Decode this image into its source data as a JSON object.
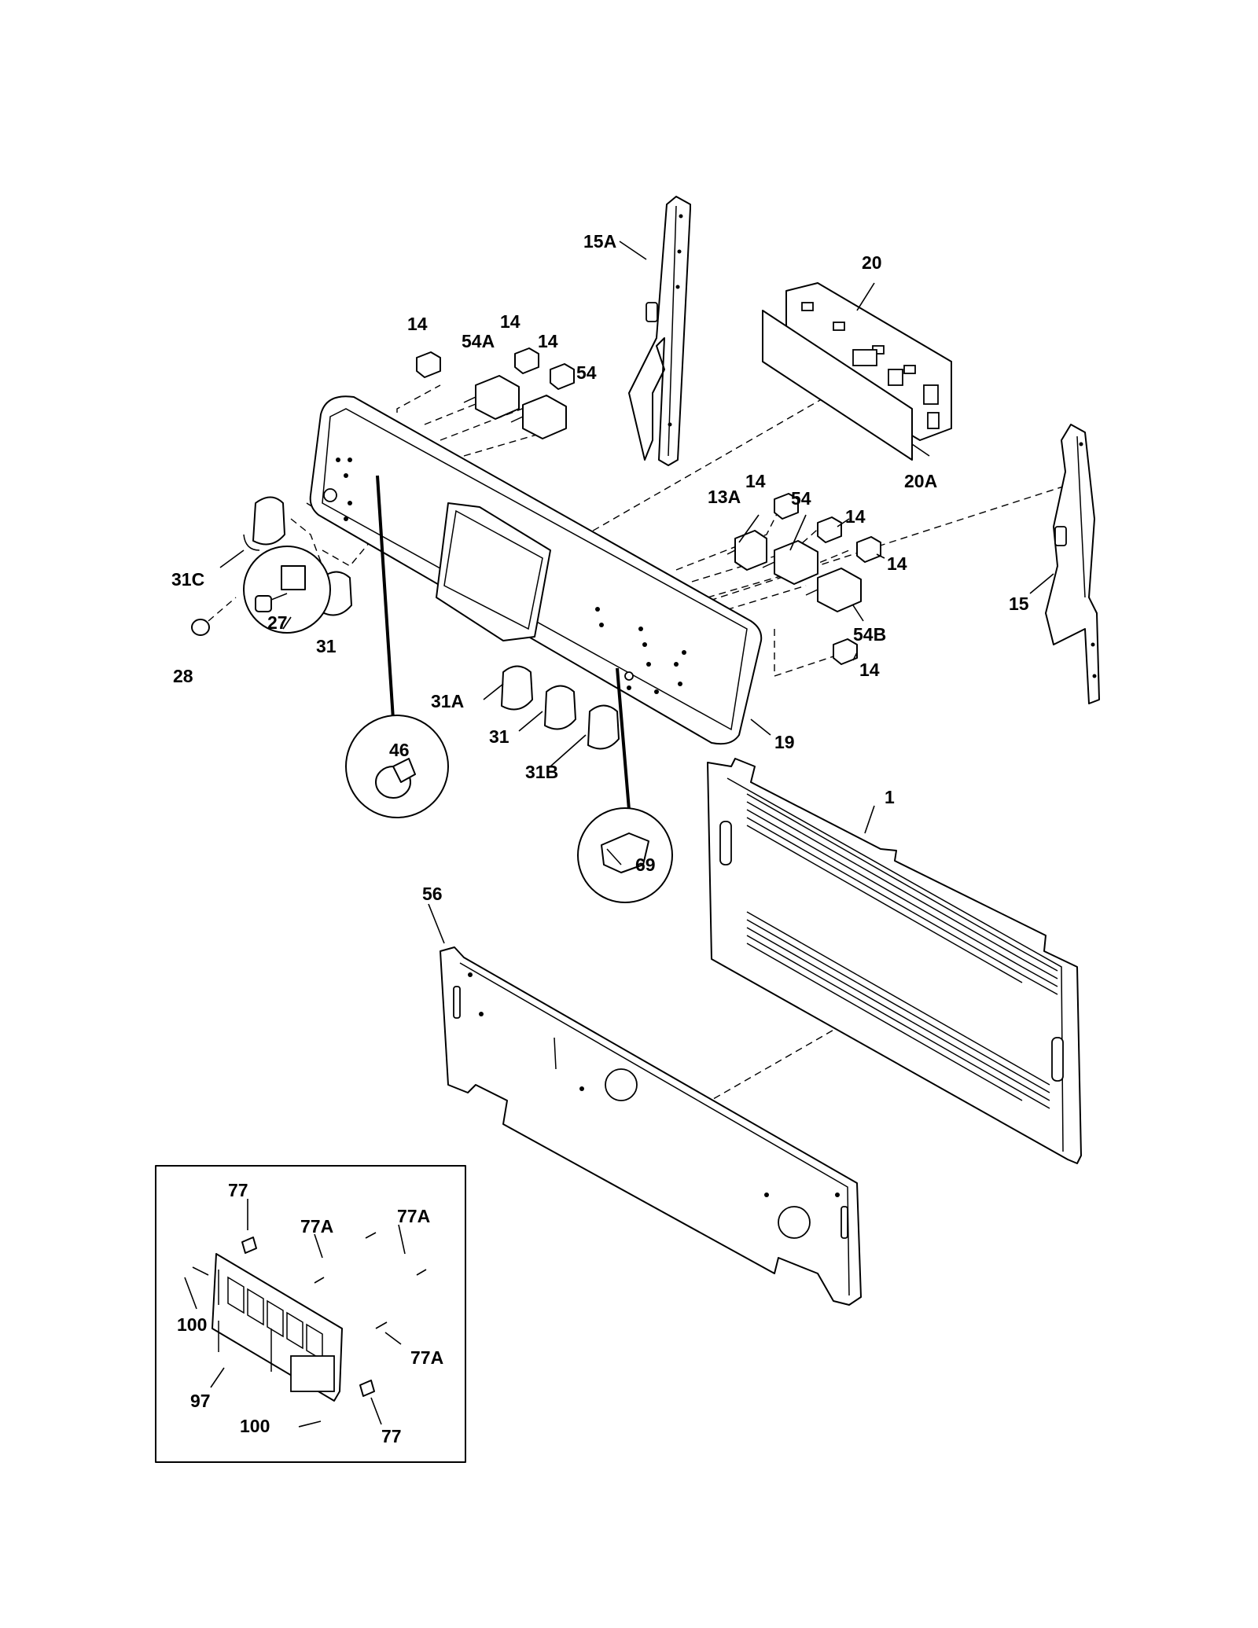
{
  "labels": {
    "l15A": "15A",
    "l20": "20",
    "l14a": "14",
    "l14b": "14",
    "l14c": "14",
    "l54A": "54A",
    "l54a": "54",
    "l20A": "20A",
    "l14d": "14",
    "l13A": "13A",
    "l54b": "54",
    "l14e": "14",
    "l14f": "14",
    "l15": "15",
    "l54B": "54B",
    "l14g": "14",
    "l31C": "31C",
    "l27": "27",
    "l31a": "31",
    "l28": "28",
    "l46": "46",
    "l31A": "31A",
    "l31b": "31",
    "l31B": "31B",
    "l19": "19",
    "l69": "69",
    "l1": "1",
    "l56": "56",
    "l77a": "77",
    "l77A1": "77A",
    "l77A2": "77A",
    "l77A3": "77A",
    "l100a": "100",
    "l97": "97",
    "l100b": "100",
    "l77b": "77"
  }
}
